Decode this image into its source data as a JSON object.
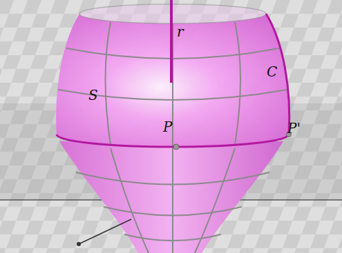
{
  "diagram": {
    "labels": [
      "r",
      "S",
      "C",
      "P",
      "P'"
    ]
  }
}
